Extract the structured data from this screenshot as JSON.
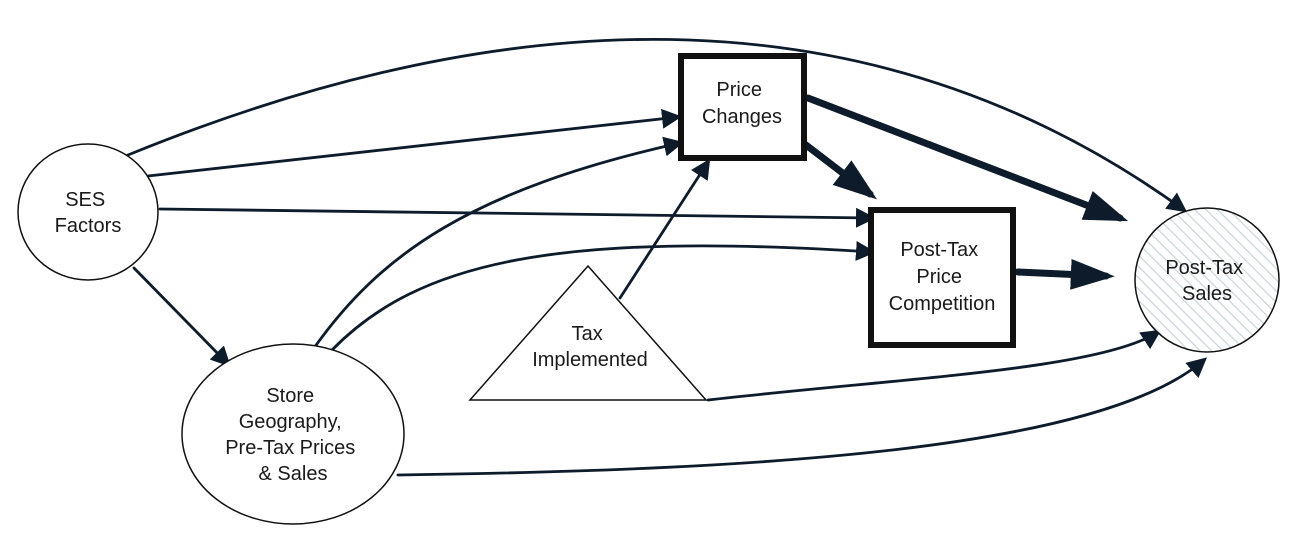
{
  "diagram": {
    "colors": {
      "edge": "#0d1b2a",
      "node_stroke": "#111111",
      "hatch": "#c9d6dc"
    },
    "nodes": {
      "ses": {
        "lines": [
          "SES",
          "Factors"
        ]
      },
      "store": {
        "lines": [
          "Store",
          "Geography,",
          "Pre-Tax Prices",
          "& Sales"
        ]
      },
      "tax": {
        "lines": [
          "Tax",
          "Implemented"
        ]
      },
      "price_changes": {
        "lines": [
          "Price",
          "Changes"
        ]
      },
      "competition": {
        "lines": [
          "Post-Tax",
          "Price",
          "Competition"
        ]
      },
      "sales": {
        "lines": [
          "Post-Tax",
          "Sales"
        ]
      }
    },
    "edges": [
      {
        "from": "ses",
        "to": "sales"
      },
      {
        "from": "ses",
        "to": "price_changes"
      },
      {
        "from": "ses",
        "to": "competition"
      },
      {
        "from": "ses",
        "to": "store"
      },
      {
        "from": "store",
        "to": "price_changes"
      },
      {
        "from": "store",
        "to": "competition"
      },
      {
        "from": "store",
        "to": "sales"
      },
      {
        "from": "tax",
        "to": "price_changes"
      },
      {
        "from": "tax",
        "to": "sales"
      },
      {
        "from": "price_changes",
        "to": "competition"
      },
      {
        "from": "price_changes",
        "to": "sales"
      },
      {
        "from": "competition",
        "to": "sales"
      }
    ]
  }
}
